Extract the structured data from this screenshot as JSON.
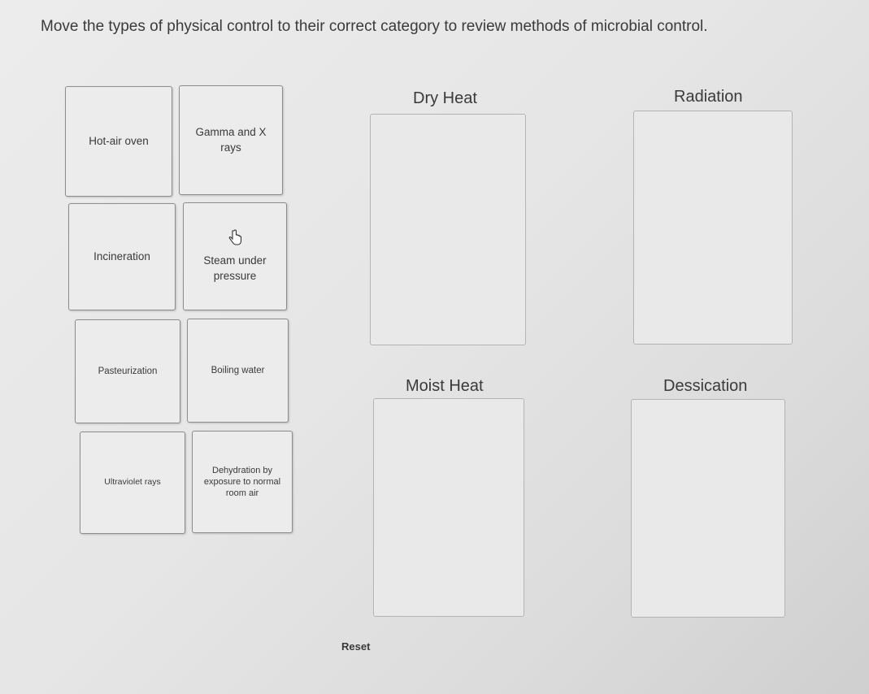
{
  "instruction": "Move the types of physical control to their correct category to review methods of microbial control.",
  "cards": [
    {
      "label": "Hot-air oven"
    },
    {
      "label": "Gamma and X rays"
    },
    {
      "label": "Incineration"
    },
    {
      "label": "Steam under pressure",
      "icon": "hand-pointer-icon"
    },
    {
      "label": "Pasteurization"
    },
    {
      "label": "Boiling water"
    },
    {
      "label": "Ultraviolet rays"
    },
    {
      "label": "Dehydration by exposure to normal room air"
    }
  ],
  "categories": [
    {
      "title": "Dry Heat"
    },
    {
      "title": "Radiation"
    },
    {
      "title": "Moist Heat"
    },
    {
      "title": "Dessication"
    }
  ],
  "reset_label": "Reset"
}
